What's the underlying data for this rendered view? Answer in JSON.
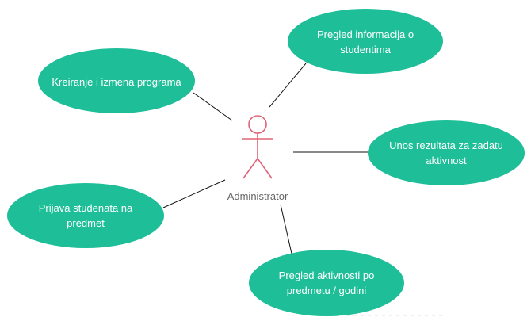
{
  "colors": {
    "usecase_fill": "#1DBE98",
    "usecase_text": "#ffffff",
    "actor_stroke": "#E06377",
    "line": "#111111",
    "label": "#666666"
  },
  "actor": {
    "label": "Administrator"
  },
  "use_cases": [
    {
      "id": "uc-kreiranje",
      "label": "Kreiranje i izmena programa"
    },
    {
      "id": "uc-pregled-info",
      "label": "Pregled informacija o studentima"
    },
    {
      "id": "uc-unos",
      "label": "Unos rezultata za zadatu aktivnost"
    },
    {
      "id": "uc-prijava",
      "label": "Prijava studenata na predmet"
    },
    {
      "id": "uc-pregled-aktivnosti",
      "label": "Pregled aktivnosti po predmetu / godini"
    }
  ]
}
